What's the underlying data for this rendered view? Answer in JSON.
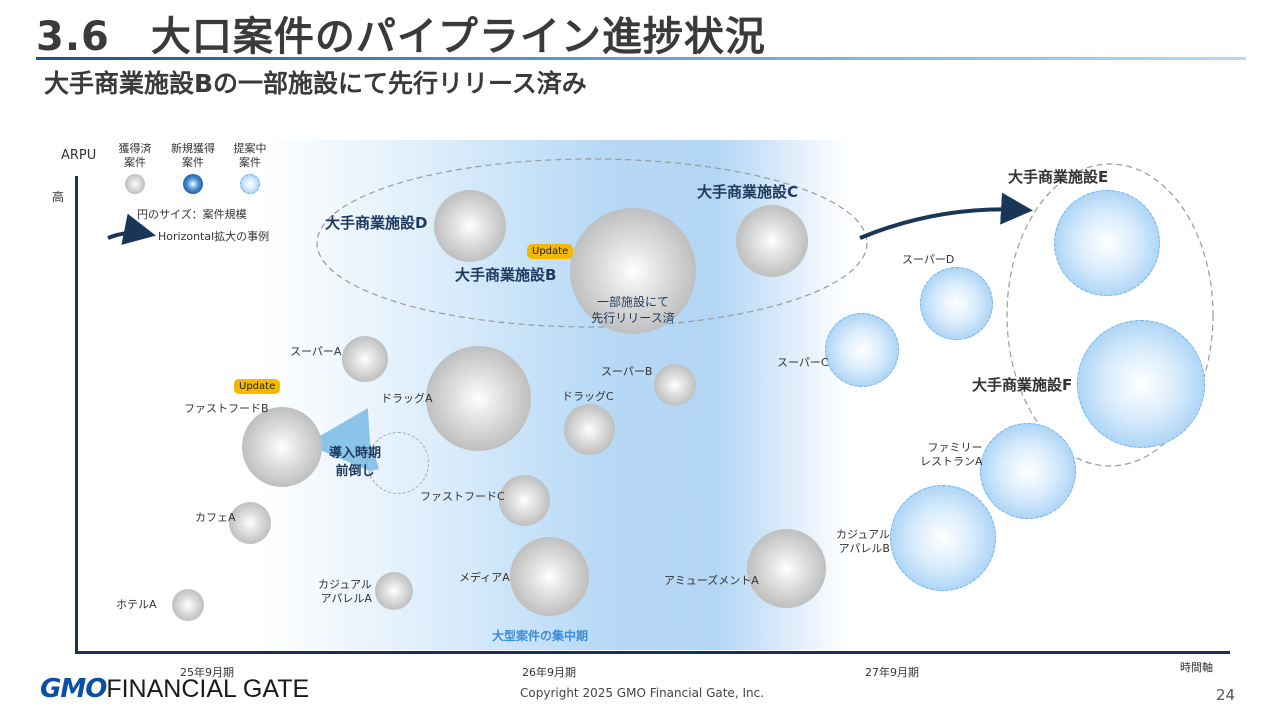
{
  "header": {
    "title": "3.6　大口案件のパイプライン進捗状況",
    "subtitle": "大手商業施設Bの一部施設にて先行リリース済み"
  },
  "axes": {
    "y_label": "ARPU",
    "y_high": "高",
    "x_label": "時間軸",
    "ticks": [
      "25年9月期",
      "26年9月期",
      "27年9月期"
    ]
  },
  "legend": {
    "acquired": "獲得済\n案件",
    "new": "新規獲得\n案件",
    "proposal": "提案中\n案件",
    "size_note": "円のサイズ：案件規模",
    "arrow_note": "Horizontal拡大の事例"
  },
  "band": {
    "label": "大型案件の集中期"
  },
  "labels": {
    "big_d": "大手商業施設D",
    "big_b": "大手商業施設B",
    "big_c": "大手商業施設C",
    "big_e": "大手商業施設E",
    "big_f": "大手商業施設F",
    "b_inner": "一部施設にて\n先行リリース済",
    "super_a": "スーパーA",
    "super_b": "スーパーB",
    "super_c": "スーパーC",
    "super_d": "スーパーD",
    "drug_a": "ドラッグA",
    "drug_c": "ドラッグC",
    "fastfood_b": "ファストフードB",
    "fastfood_c": "ファストフードC",
    "cafe_a": "カフェA",
    "hotel_a": "ホテルA",
    "casual_a": "カジュアル\nアパレルA",
    "casual_b": "カジュアル\nアパレルB",
    "media_a": "メディアA",
    "amusement_a": "アミューズメントA",
    "family_a": "ファミリー\nレストランA",
    "advance": "導入時期\n前倒し"
  },
  "badges": {
    "update_1": "Update",
    "update_2": "Update"
  },
  "footer": {
    "logo_gmo": "GMO",
    "logo_rest": "FINANCIAL GATE",
    "copyright": "Copyright 2025 GMO Financial Gate, Inc.",
    "page": "24"
  },
  "colors": {
    "accent_navy": "#1f3a5f",
    "acquired": "#a6a6a6",
    "new": "#0a2f6e",
    "proposal": "#86c0f2",
    "update_badge": "#f5b800",
    "band_label": "#3d8ed6"
  }
}
